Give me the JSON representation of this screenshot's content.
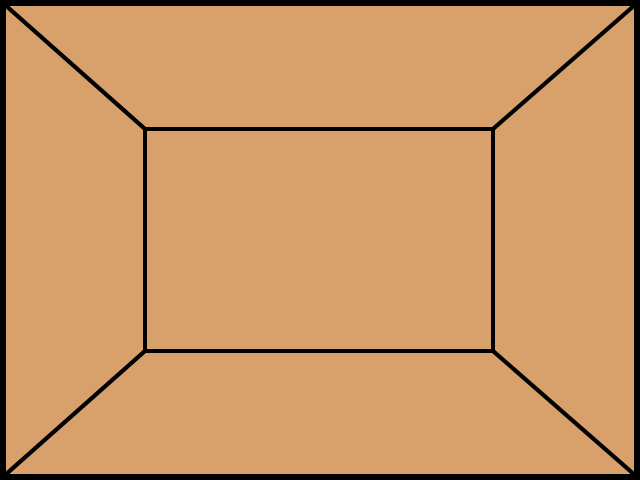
{
  "view": {
    "type": "first-person corridor room view",
    "surfaces": [
      "ceiling",
      "left-wall",
      "right-wall",
      "floor",
      "back-wall"
    ]
  },
  "colors": {
    "wall": "#D8A06A",
    "outline": "#000000"
  }
}
